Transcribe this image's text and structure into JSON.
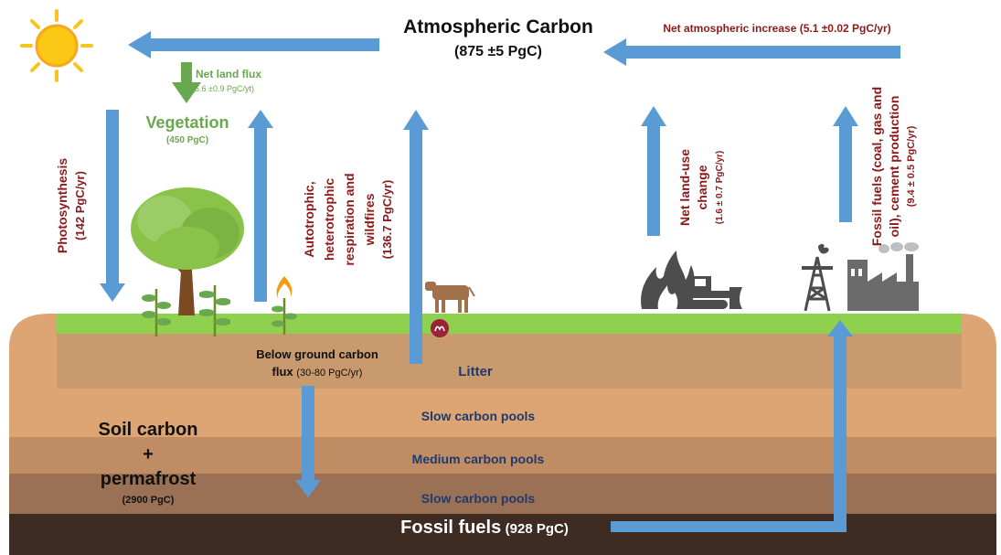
{
  "atmosphere": {
    "title": "Atmospheric Carbon",
    "amount": "(875 ±5 PgC)",
    "net_increase": "Net atmospheric increase (5.1 ±0.02 PgC/yr)"
  },
  "net_land_flux": {
    "label": "Net land flux",
    "value": "(5.6 ±0.9 PgC/yt)"
  },
  "vegetation": {
    "title": "Vegetation",
    "amount": "(450 PgC)"
  },
  "photosynthesis": {
    "label": "Photosynthesis",
    "value": "(142 PgC/yr)"
  },
  "respiration": {
    "line1": "Autotrophic,",
    "line2": "heterotrophic",
    "line3": "respiration and",
    "line4": "wildfires",
    "value": "(136.7 PgC/yr)"
  },
  "land_use": {
    "line1": "Net land-use",
    "line2": "change",
    "value": "(1.6 ± 0.7 PgC/yr)"
  },
  "fossil_emission": {
    "line1": "Fossil fuels (coal, gas and",
    "line2": "oil), cement production",
    "value": "(9.4 ± 0.5 PgC/yr)"
  },
  "below_ground": {
    "line1": "Below ground carbon",
    "line2": "flux",
    "value": "(30-80 PgC/yr)"
  },
  "litter": "Litter",
  "pools": {
    "slow_top": "Slow carbon pools",
    "medium": "Medium carbon pools",
    "slow_bottom": "Slow carbon pools"
  },
  "soil": {
    "line1": "Soil carbon",
    "line2": "+",
    "line3": "permafrost",
    "amount": "(2900 PgC)"
  },
  "fossil_fuels": {
    "label": "Fossil fuels",
    "amount": "(928 PgC)"
  },
  "colors": {
    "arrow": "#5b9bd5",
    "green_arrow": "#6aa84f",
    "grass": "#8fd14f",
    "soil_top": "#c89a6e",
    "soil_slow": "#dda574",
    "soil_medium": "#c08c64",
    "soil_deep": "#9b7155",
    "fossil": "#3e2b22",
    "text_red": "#8b1a1a",
    "text_navy": "#1f3a6e"
  },
  "icons": [
    "sun-icon",
    "tree-icon",
    "plant-icon",
    "fire-icon",
    "cow-icon",
    "microbe-icon",
    "bulldozer-fire-icon",
    "oil-rig-icon",
    "factory-icon"
  ]
}
